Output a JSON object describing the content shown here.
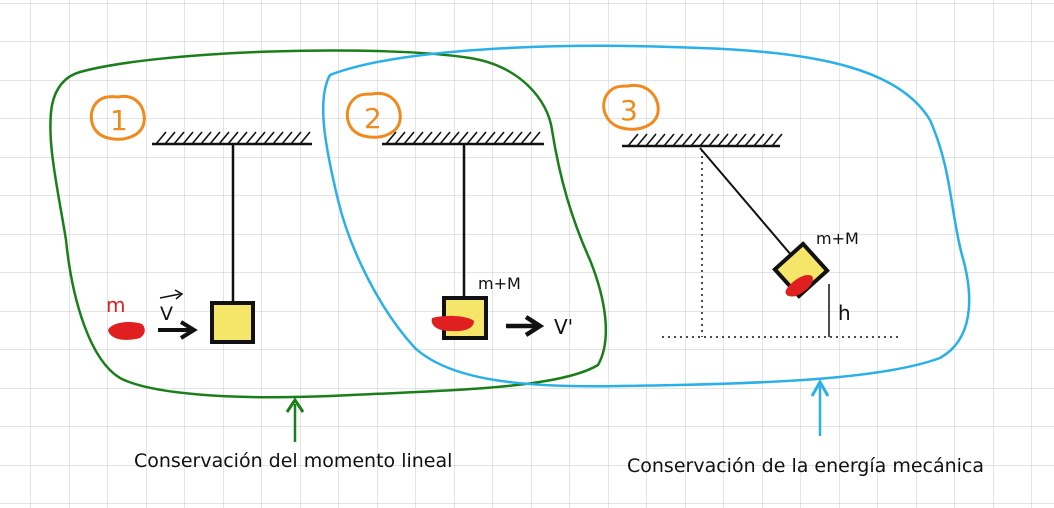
{
  "stages": [
    {
      "number": "1"
    },
    {
      "number": "2"
    },
    {
      "number": "3"
    }
  ],
  "labels": {
    "bullet_mass": "m",
    "velocity_initial": "V",
    "combined_mass_2": "m+M",
    "velocity_after": "V'",
    "combined_mass_3": "m+M",
    "height": "h"
  },
  "captions": {
    "momentum": "Conservación del momento lineal",
    "energy": "Conservación de la energía mecánica"
  },
  "colors": {
    "grid": "#c8c8c8",
    "momentum_region": "#1a7f1a",
    "energy_region": "#2ab0e8",
    "stage_number": "#f08a1c",
    "bullet": "#e02020",
    "block_fill": "#f5e66a",
    "block_border": "#111111"
  },
  "icons": {
    "ceiling": "hatched-ceiling-icon",
    "arrow": "arrow-right-icon"
  }
}
